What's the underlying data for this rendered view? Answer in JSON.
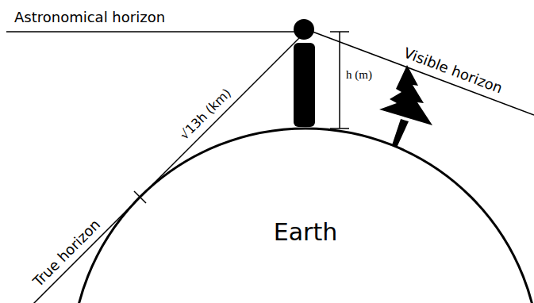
{
  "diagram": {
    "labels": [
      "Astronomical horizon",
      "√13h (km)",
      "h (m)",
      "Visible horizon",
      "True horizon",
      "Earth"
    ]
  }
}
